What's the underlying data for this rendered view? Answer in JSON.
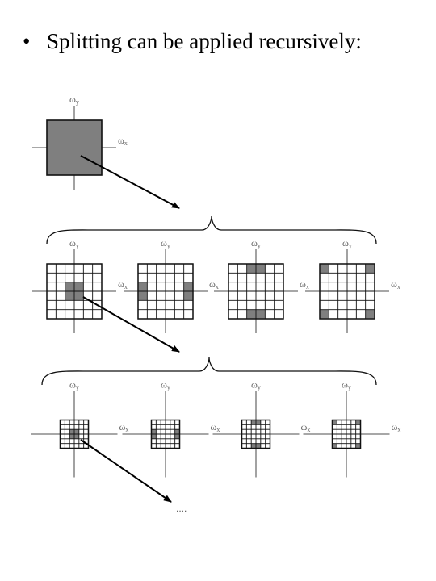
{
  "slide": {
    "bullet_glyph": "•",
    "heading": "Splitting can be applied recursively:"
  },
  "diagram": {
    "axis_y": "ω",
    "axis_y_sub": "y",
    "axis_x": "ω",
    "axis_x_sub": "x",
    "continuation": "....",
    "colors": {
      "fill": "#7f7f7f",
      "stroke": "#111111",
      "axis": "#8a8a8a",
      "arrow": "#000000"
    }
  }
}
